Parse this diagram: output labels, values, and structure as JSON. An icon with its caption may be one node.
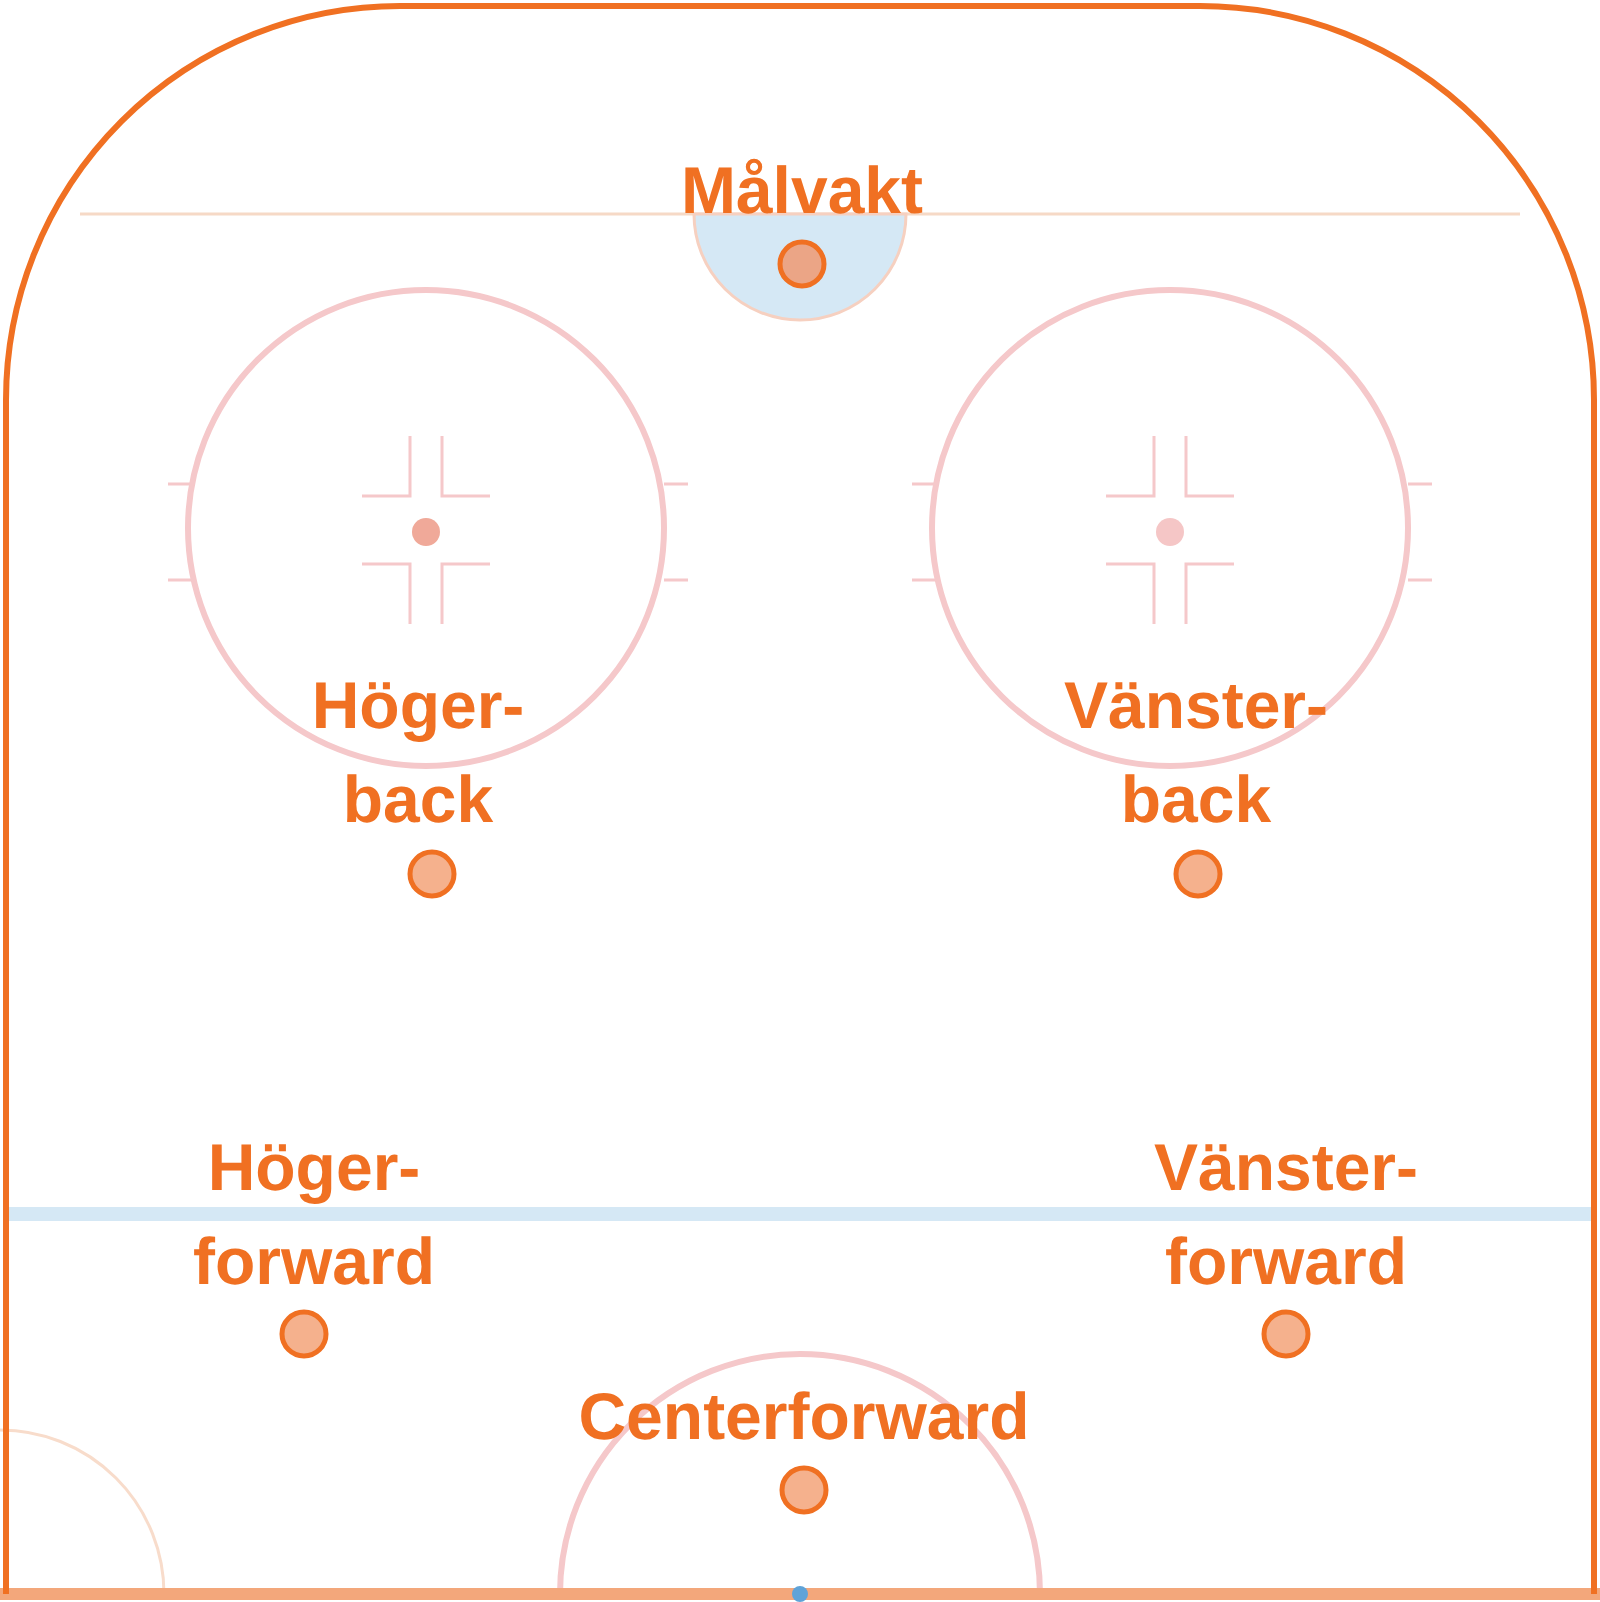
{
  "diagram": {
    "labels": [
      "Målvakt",
      "Höger- back",
      "Vänster- back",
      "Höger- forward",
      "Vänster- forward",
      "Centerforward"
    ]
  }
}
